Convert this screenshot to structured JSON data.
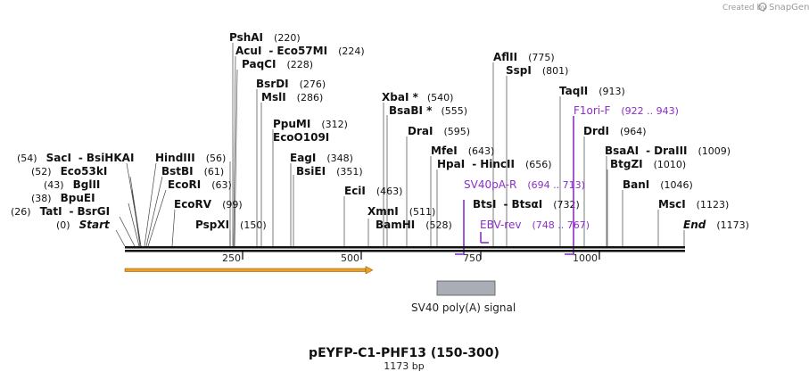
{
  "credit": "Created by",
  "brand": "SnapGene",
  "title": "pEYFP-C1-PHF13 (150-300)",
  "subtitle": "1173 bp",
  "feature": {
    "label": "SV40 poly(A) signal",
    "color": "#a9aeb6"
  },
  "orf_arrow": {
    "color": "#f0a020",
    "outline": "#7a4a00"
  },
  "primer_color": "#8b2fc9",
  "ticks": [
    "250",
    "500",
    "750",
    "1000"
  ],
  "sites": [
    {
      "name": "PshAI",
      "pos": "(220)"
    },
    {
      "name": "AcuI",
      "sep": "-",
      "name2": "Eco57MI",
      "pos": "(224)"
    },
    {
      "name": "PaqCI",
      "pos": "(228)"
    },
    {
      "name": "BsrDI",
      "pos": "(276)"
    },
    {
      "name": "MslI",
      "pos": "(286)"
    },
    {
      "name": "PpuMI",
      "pos": "(312)"
    },
    {
      "name": "EcoO109I",
      "pos": ""
    },
    {
      "name": "EagI",
      "pos": "(348)"
    },
    {
      "name": "BsiEI",
      "pos": "(351)"
    },
    {
      "name": "EciI",
      "pos": "(463)"
    },
    {
      "name": "XmnI",
      "pos": "(511)"
    },
    {
      "name": "BamHI",
      "pos": "(528)"
    },
    {
      "name": "XbaI *",
      "pos": "(540)"
    },
    {
      "name": "BsaBI *",
      "pos": "(555)"
    },
    {
      "name": "DraI",
      "pos": "(595)"
    },
    {
      "name": "MfeI",
      "pos": "(643)"
    },
    {
      "name": "HpaI",
      "sep": "-",
      "name2": "HincII",
      "pos": "(656)"
    },
    {
      "name": "AflII",
      "pos": "(775)"
    },
    {
      "name": "SspI",
      "pos": "(801)"
    },
    {
      "name": "BtsI",
      "sep": "-",
      "name2": "BtsαI",
      "pos": "(732)"
    },
    {
      "name": "TaqII",
      "pos": "(913)"
    },
    {
      "name": "DrdI",
      "pos": "(964)"
    },
    {
      "name": "BsaAI",
      "sep": "-",
      "name2": "DraIII",
      "pos": "(1009)"
    },
    {
      "name": "BtgZI",
      "pos": "(1010)"
    },
    {
      "name": "BanI",
      "pos": "(1046)"
    },
    {
      "name": "MscI",
      "pos": "(1123)"
    },
    {
      "name": "End",
      "pos": "(1173)"
    },
    {
      "name": "SacI",
      "sep": "-",
      "name2": "BsiHKAI",
      "pos": "(54)"
    },
    {
      "name": "Eco53kI",
      "pos": "(52)"
    },
    {
      "name": "BglII",
      "pos": "(43)"
    },
    {
      "name": "BpuEI",
      "pos": "(38)"
    },
    {
      "name": "TatI",
      "sep": "-",
      "name2": "BsrGI",
      "pos": "(26)"
    },
    {
      "name": "Start",
      "pos": "(0)"
    },
    {
      "name": "HindIII",
      "pos": "(56)"
    },
    {
      "name": "BstBI",
      "pos": "(61)"
    },
    {
      "name": "EcoRI",
      "pos": "(63)"
    },
    {
      "name": "EcoRV",
      "pos": "(99)"
    },
    {
      "name": "PspXI",
      "pos": "(150)"
    }
  ],
  "primers": [
    {
      "name": "SV40pA-R",
      "range": "(694 .. 713)"
    },
    {
      "name": "EBV-rev",
      "range": "(748 .. 767)"
    },
    {
      "name": "F1ori-F",
      "range": "(922 .. 943)"
    }
  ]
}
